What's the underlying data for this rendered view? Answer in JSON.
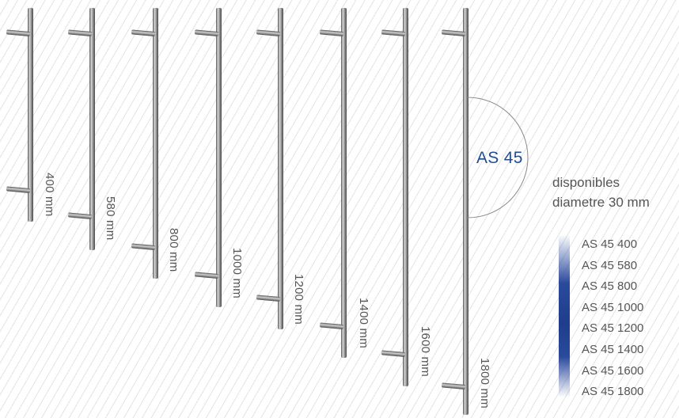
{
  "colors": {
    "accent": "#1f4e96",
    "text": "#555555",
    "stripe": "#e3e3e3",
    "metal": "#8a8a8a"
  },
  "handles": [
    {
      "length_label": "400 mm"
    },
    {
      "length_label": "580 mm"
    },
    {
      "length_label": "800 mm"
    },
    {
      "length_label": "1000 mm"
    },
    {
      "length_label": "1200 mm"
    },
    {
      "length_label": "1400 mm"
    },
    {
      "length_label": "1600 mm"
    },
    {
      "length_label": "1800 mm"
    }
  ],
  "product": {
    "name": "AS 45",
    "availability": "disponibles",
    "diameter": "diametre  30 mm"
  },
  "models": [
    "AS 45 400",
    "AS 45 580",
    "AS 45 800",
    "AS 45 1000",
    "AS 45 1200",
    "AS 45 1400",
    "AS 45 1600",
    "AS 45 1800"
  ]
}
